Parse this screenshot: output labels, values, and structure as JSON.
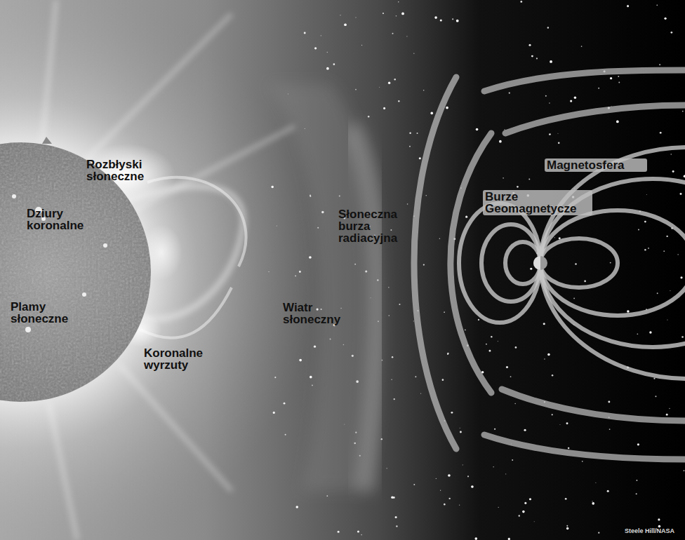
{
  "diagram": {
    "labels": [
      "Rozbłyski słoneczne",
      "Dziury koronalne",
      "Plamy słoneczne",
      "Koronalne wyrzuty",
      "Wiatr słoneczny",
      "Słoneczna burza radiacyjna",
      "Magnetosfera",
      "Burze Geomagnetycze",
      "Steele Hill/NASA"
    ]
  }
}
